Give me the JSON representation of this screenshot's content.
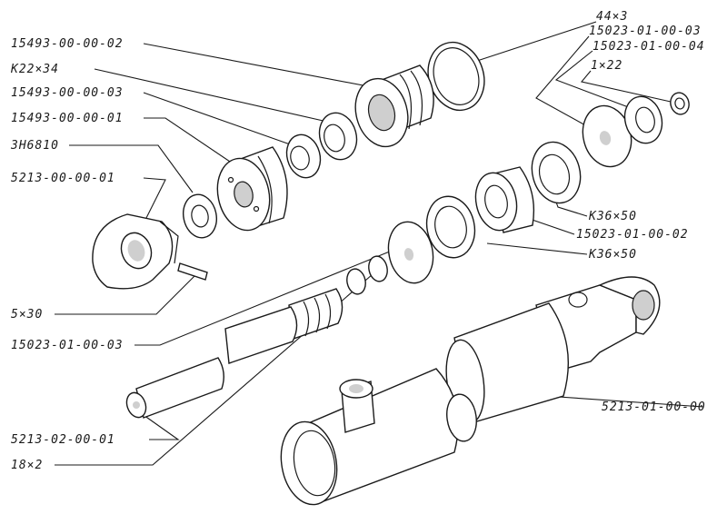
{
  "labels": {
    "l_44x3": "44×3",
    "l_15023_03_top": "15023-01-00-03",
    "l_15023_04": "15023-01-00-04",
    "l_1x22": "1×22",
    "l_15493_02": "15493-00-00-02",
    "l_k22x34": "К22×34",
    "l_15493_03": "15493-00-00-03",
    "l_15493_01": "15493-00-00-01",
    "l_3n6810": "3Н6810",
    "l_5213_00": "5213-00-00-01",
    "l_k36x50_a": "К36×50",
    "l_15023_02": "15023-01-00-02",
    "l_k36x50_b": "К36×50",
    "l_5x30": "5×30",
    "l_15023_03_bot": "15023-01-00-03",
    "l_5213_01": "5213-01-00-00",
    "l_5213_02": "5213-02-00-01",
    "l_18x2": "18×2"
  }
}
